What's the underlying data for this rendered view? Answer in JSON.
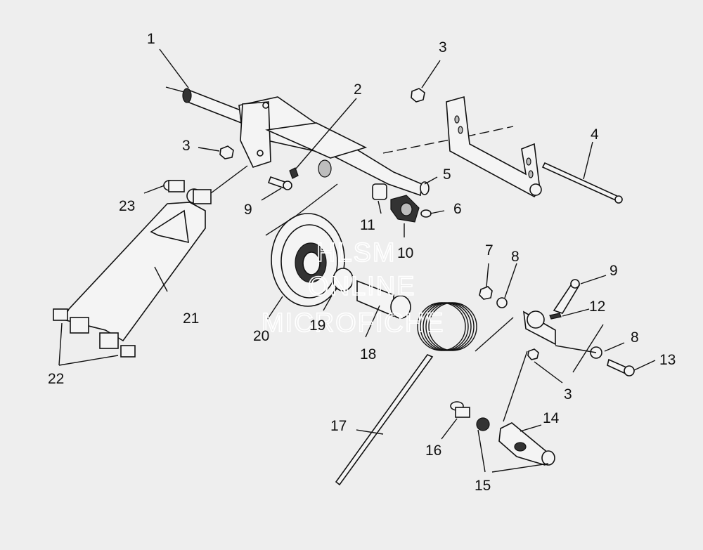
{
  "callouts": {
    "c1": "1",
    "c2": "2",
    "c3a": "3",
    "c3b": "3",
    "c3c": "3",
    "c4": "4",
    "c5": "5",
    "c6": "6",
    "c7": "7",
    "c8a": "8",
    "c8b": "8",
    "c9a": "9",
    "c9b": "9",
    "c10": "10",
    "c11": "11",
    "c12": "12",
    "c13": "13",
    "c14": "14",
    "c15": "15",
    "c16": "16",
    "c17": "17",
    "c18": "18",
    "c19": "19",
    "c20": "20",
    "c21": "21",
    "c22": "22",
    "c23": "23"
  },
  "watermark": {
    "line1": "HLSM",
    "line2": "ONLINE",
    "line3": "MICROFICHE"
  }
}
